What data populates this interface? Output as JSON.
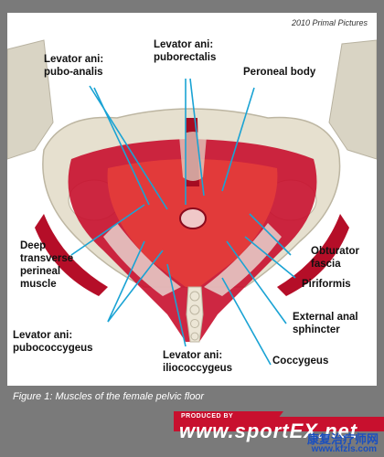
{
  "copyright": "2010 Primal Pictures",
  "labels": {
    "pubo_analis": "Levator ani:\npubo-analis",
    "puborectalis": "Levator ani:\npuborectalis",
    "peroneal_body": "Peroneal body",
    "deep_transverse": "Deep\ntransverse\nperineal\nmuscle",
    "obturator": "Obturator\nfascia",
    "piriformis": "Piriformis",
    "external_anal": "External anal\nsphincter",
    "pubococcygeus": "Levator ani:\npubococcygeus",
    "iliococcygeus": "Levator ani:\niliococcygeus",
    "coccygeus": "Coccygeus"
  },
  "caption": "Figure 1: Muscles of the female pelvic floor",
  "banner": {
    "produced_by": "PRODUCED BY",
    "url": "www.sportEX.net"
  },
  "watermark": {
    "line1": "康复治疗师网",
    "line2": "www.kfzls.com"
  },
  "colors": {
    "muscle": "#c8102e",
    "bone": "#e6e0cf",
    "leader": "#1aa3d4",
    "banner": "#c8102e"
  }
}
